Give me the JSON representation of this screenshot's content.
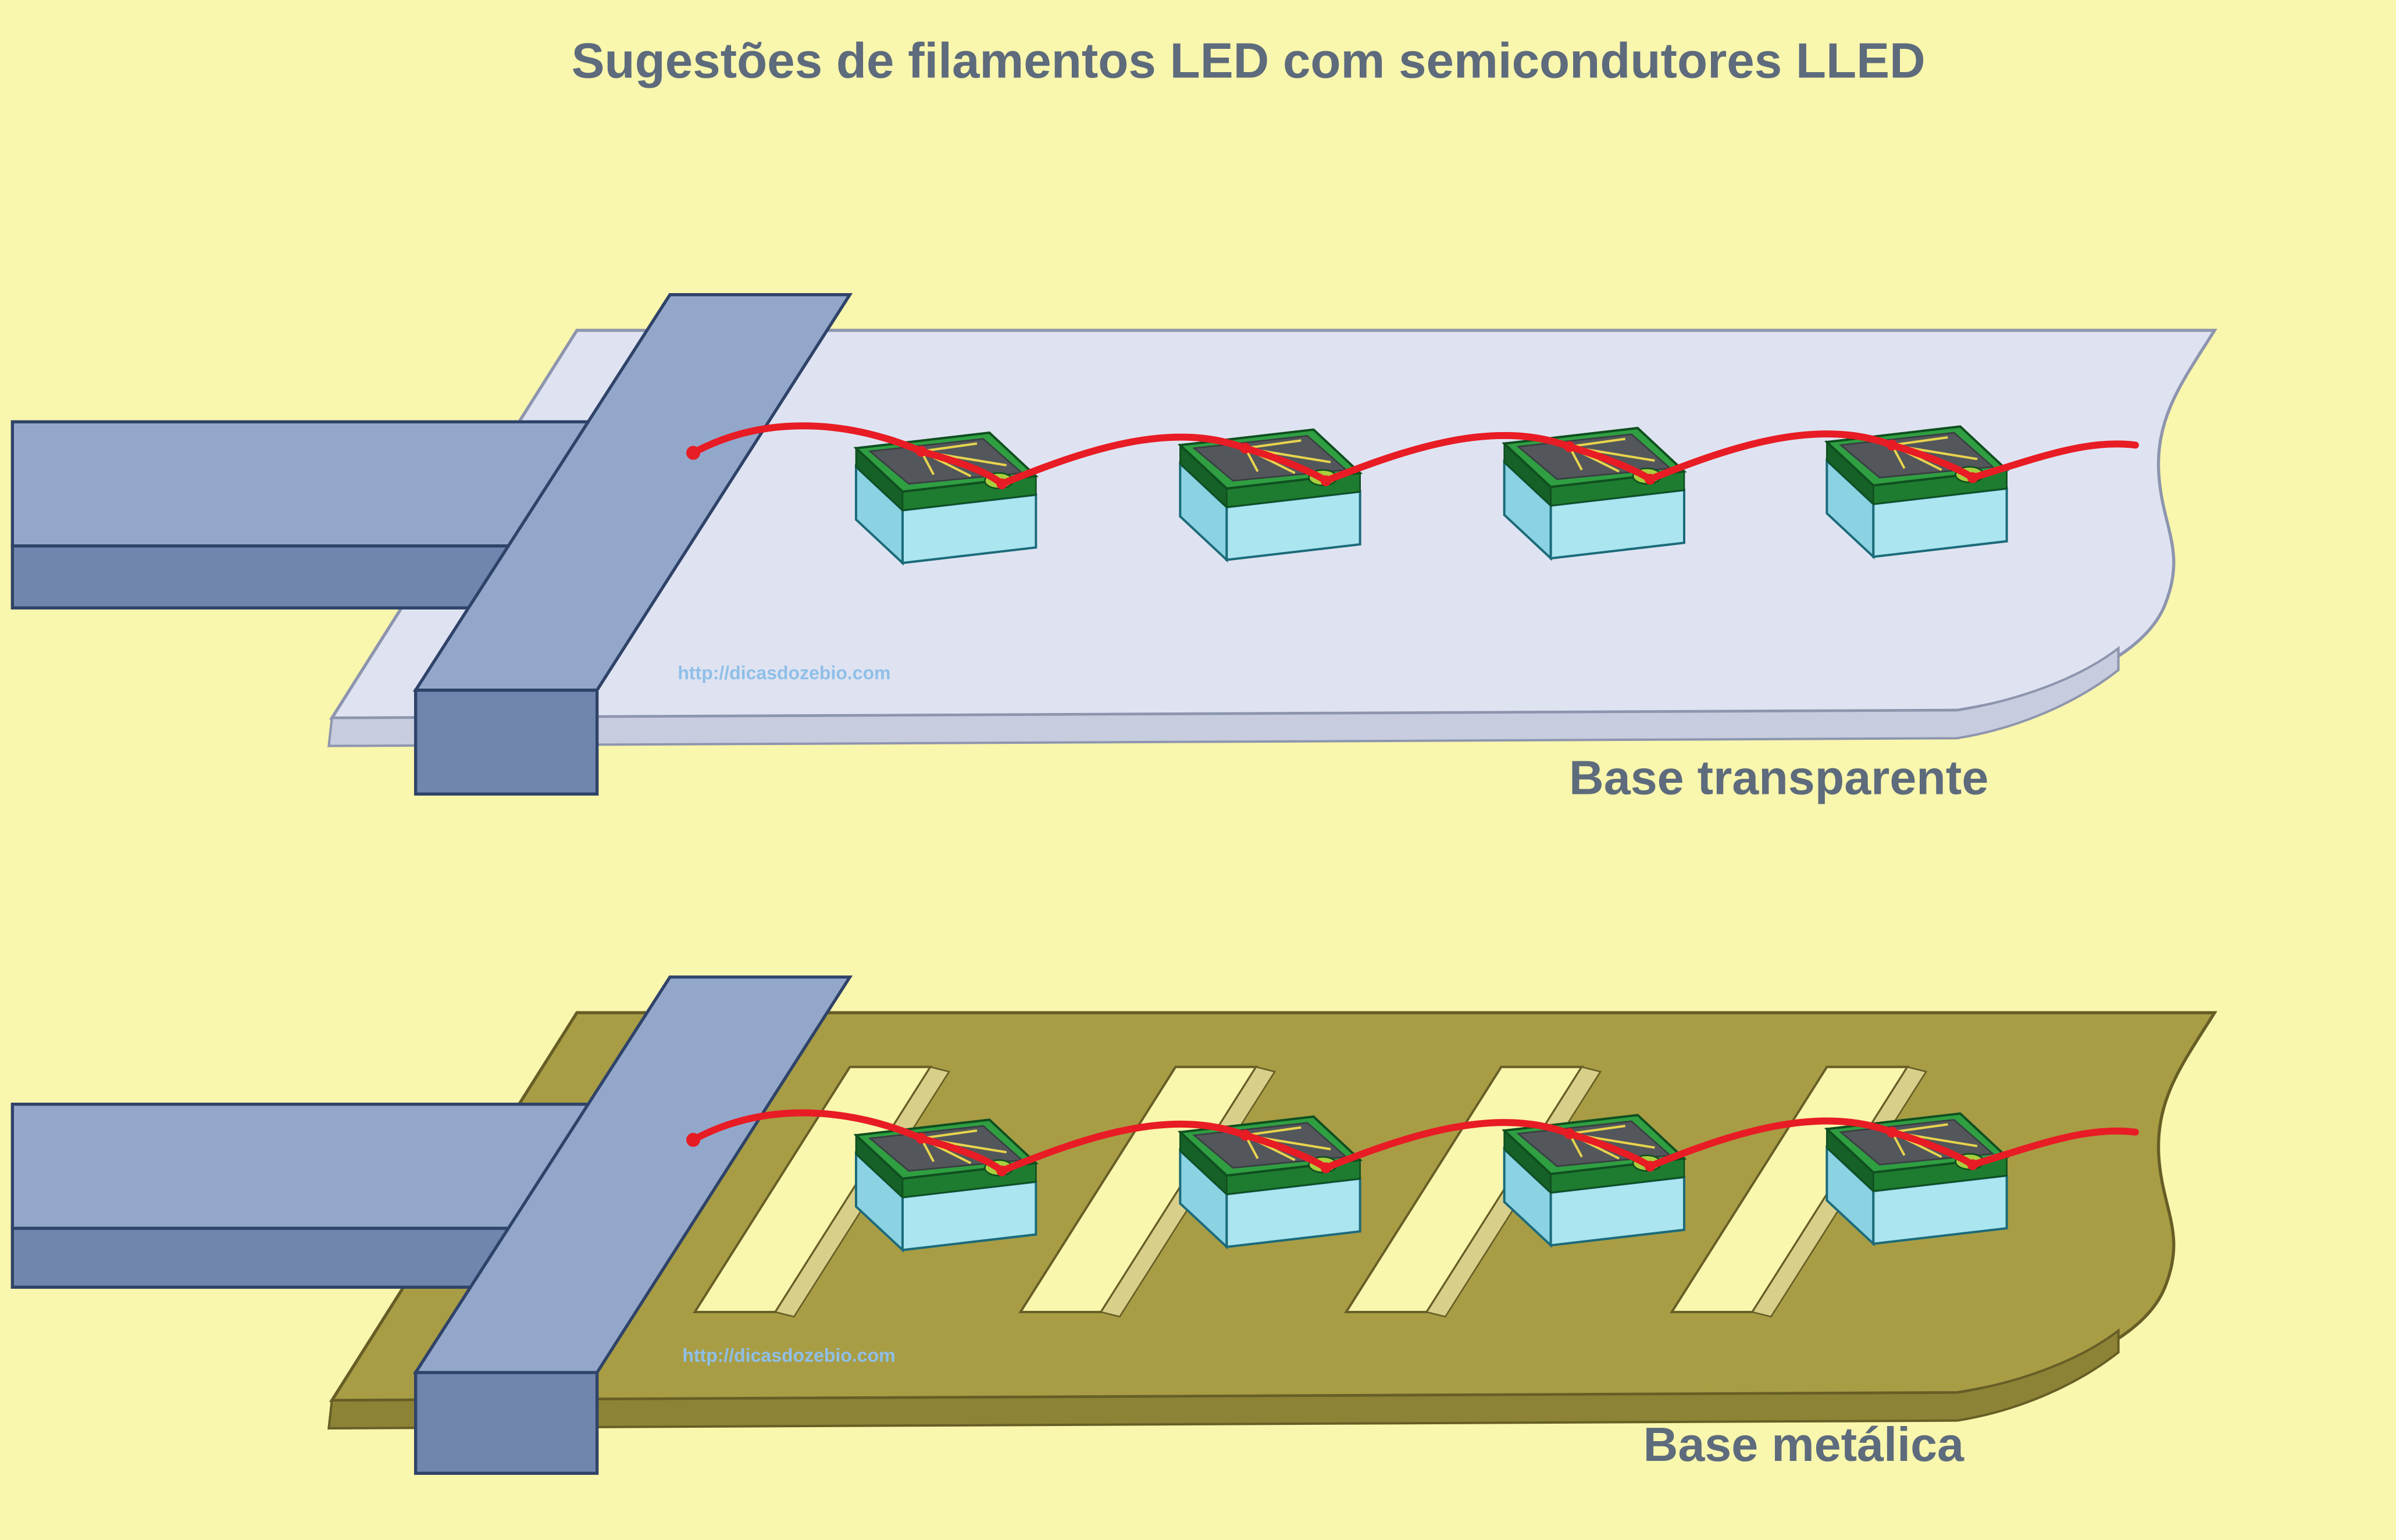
{
  "title": "Sugestões de filamentos LED com semicondutores LLED",
  "sections": [
    {
      "id": "base-transparente",
      "label": "Base transparente",
      "base_type": "transparent",
      "chip_count": 4
    },
    {
      "id": "base-metalica",
      "label": "Base metálica",
      "base_type": "metal",
      "chip_count": 4
    }
  ],
  "watermark": "http://dicasdozebio.com",
  "colors": {
    "background": "#f9f6ad",
    "title_text": "#5d6b7c",
    "label_text": "#5d6b7c",
    "wire": "#e81c24",
    "transparent_base": "#dfe3f1",
    "metal_base": "#a89d45",
    "connector": "#93a7cb",
    "chip_substrate": "#abe5f0",
    "chip_pcb": "#2f9f42",
    "chip_die": "#53575b",
    "watermark_text": "#8fbfe8"
  }
}
